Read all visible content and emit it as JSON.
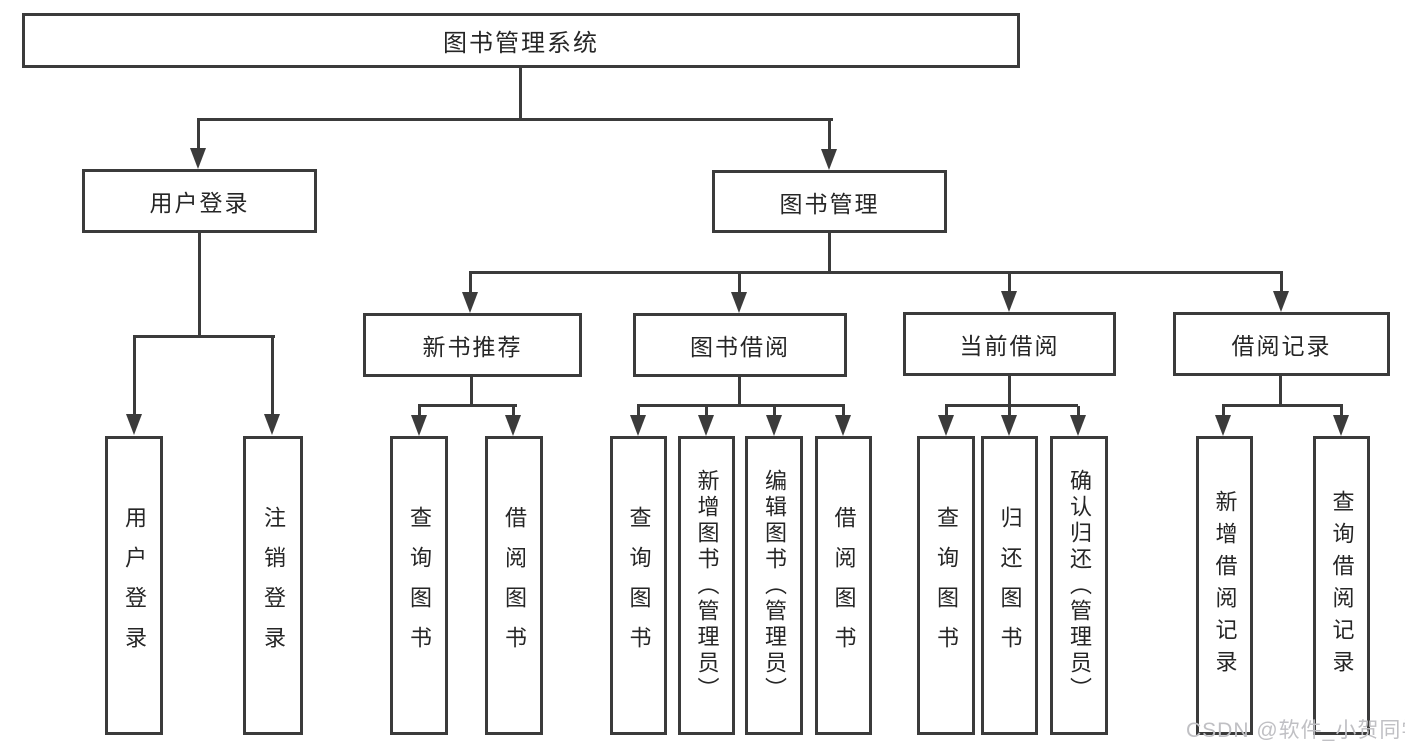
{
  "diagram": {
    "root": {
      "label": "图书管理系统"
    },
    "branches": [
      {
        "label": "用户登录",
        "children": [
          {
            "label": "用户登录"
          },
          {
            "label": "注销登录"
          }
        ]
      },
      {
        "label": "图书管理",
        "children": [
          {
            "label": "新书推荐",
            "children": [
              {
                "label": "查询图书"
              },
              {
                "label": "借阅图书"
              }
            ]
          },
          {
            "label": "图书借阅",
            "children": [
              {
                "label": "查询图书"
              },
              {
                "label": "新增图书（管理员）"
              },
              {
                "label": "编辑图书（管理员）"
              },
              {
                "label": "借阅图书"
              }
            ]
          },
          {
            "label": "当前借阅",
            "children": [
              {
                "label": "查询图书"
              },
              {
                "label": "归还图书"
              },
              {
                "label": "确认归还（管理员）"
              }
            ]
          },
          {
            "label": "借阅记录",
            "children": [
              {
                "label": "新增借阅记录"
              },
              {
                "label": "查询借阅记录"
              }
            ]
          }
        ]
      }
    ]
  },
  "watermark": "CSDN @软件_小贺同学",
  "colors": {
    "line": "#3b3b3b",
    "text": "#262626",
    "watermark": "#c0c0c4",
    "background": "#ffffff"
  }
}
